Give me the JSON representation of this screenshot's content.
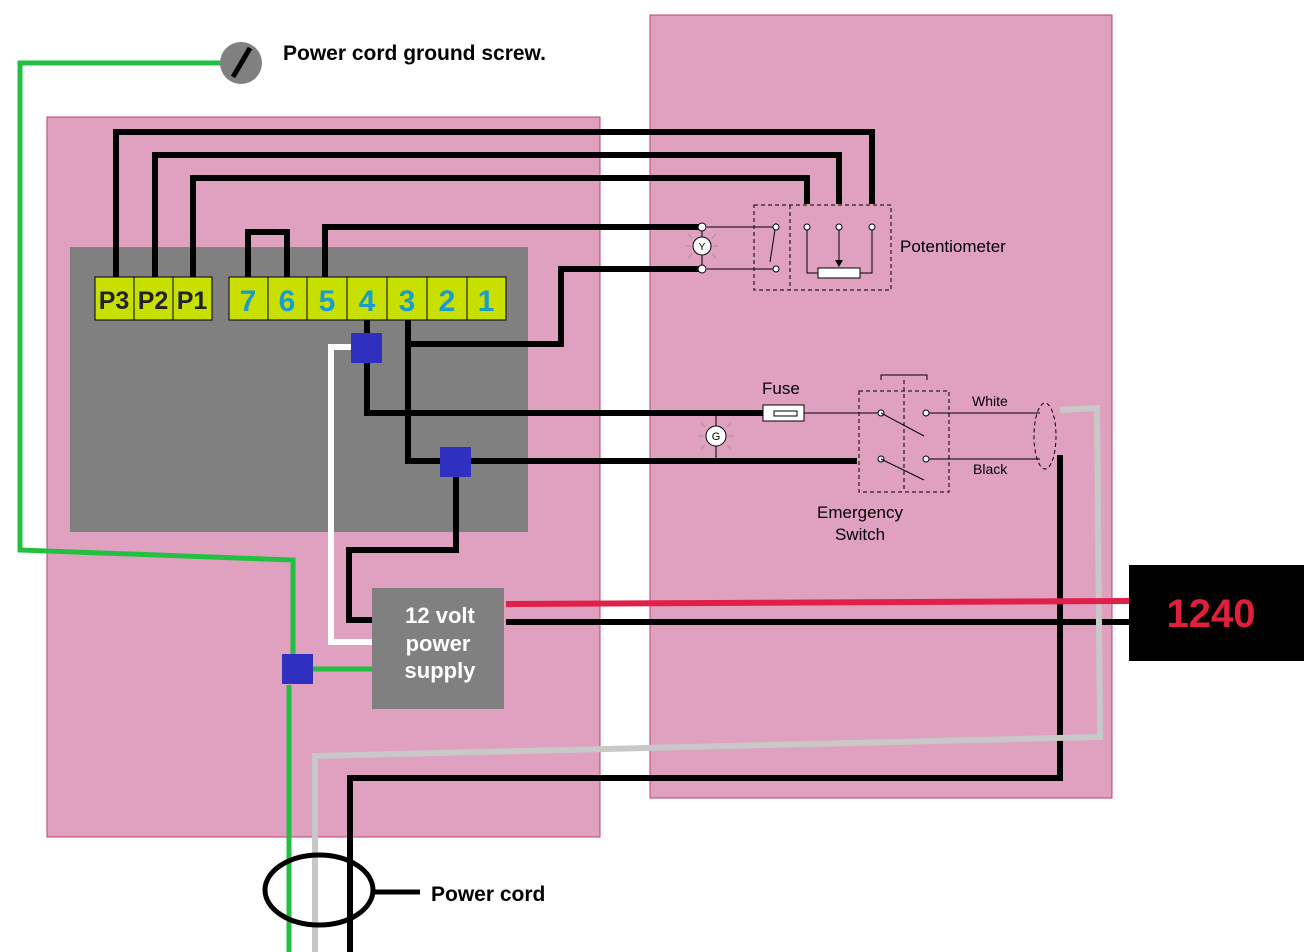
{
  "labels": {
    "ground_screw": "Power cord ground screw.",
    "potentiometer": "Potentiometer",
    "fuse": "Fuse",
    "white": "White",
    "black": "Black",
    "emergency_switch_line1": "Emergency",
    "emergency_switch_line2": "Switch",
    "power_supply_line1": "12 volt",
    "power_supply_line2": "power",
    "power_supply_line3": "supply",
    "power_cord": "Power cord",
    "display": "1240",
    "lamp_y": "Y",
    "lamp_g": "G"
  },
  "terminals": [
    "P3",
    "P2",
    "P1",
    "7",
    "6",
    "5",
    "4",
    "3",
    "2",
    "1"
  ],
  "colors": {
    "panel": "#e0a0c0",
    "panel_border": "#c04070",
    "controller": "#808080",
    "terminal_fill": "#c8e000",
    "terminal_text_dark": "#222222",
    "terminal_text_blue": "#1a9ccc",
    "wire_black": "#000000",
    "wire_green": "#22c040",
    "wire_white": "#ffffff",
    "wire_gray": "#c8c8c8",
    "wire_red": "#e0204a",
    "junction": "#3030c0",
    "psu": "#808080",
    "display_bg": "#000000",
    "display_text": "#e0203a"
  }
}
